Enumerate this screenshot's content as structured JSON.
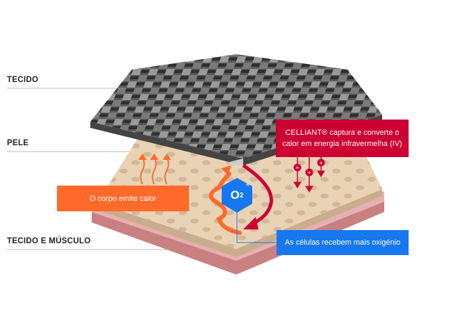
{
  "layers": {
    "fabric": "TECIDO",
    "skin": "PELE",
    "tissue": "TECIDO E MÚSCULO"
  },
  "callouts": {
    "body_heat": "O corpo emite calor",
    "celliant_line1": "CELLIANT® captura e converte o",
    "celliant_line2": "calor em energia infravermelha (IV)",
    "oxygen": "As células recebem mais oxigénio"
  },
  "molecule": {
    "symbol": "O",
    "subscript": "2",
    "charge": "+"
  },
  "colors": {
    "orange": "#ff6a2b",
    "red": "#cc0033",
    "blue": "#1677ee",
    "skin": "#ead3b4",
    "tissue": "#e5a7a7"
  }
}
